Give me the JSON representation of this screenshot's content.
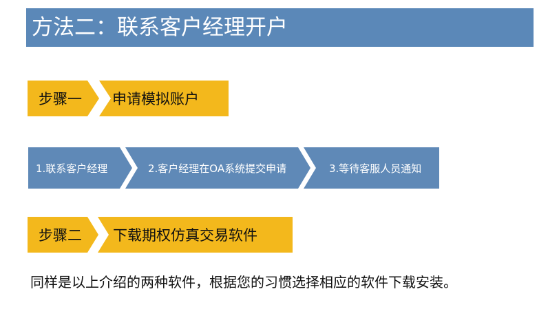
{
  "colors": {
    "title_bg": "#5b88b8",
    "step_yellow": "#f3b81c",
    "flow_blue": "#5f89b7"
  },
  "title": "方法二：联系客户经理开户",
  "step1": {
    "tag": "步骤一",
    "label": "申请模拟账户"
  },
  "flow": [
    "1.联系客户经理",
    "2.客户经理在OA系统提交申请",
    "3.等待客服人员通知"
  ],
  "step2": {
    "tag": "步骤二",
    "label": "下载期权仿真交易软件"
  },
  "body_text": "同样是以上介绍的两种软件，根据您的习惯选择相应的软件下载安装。"
}
